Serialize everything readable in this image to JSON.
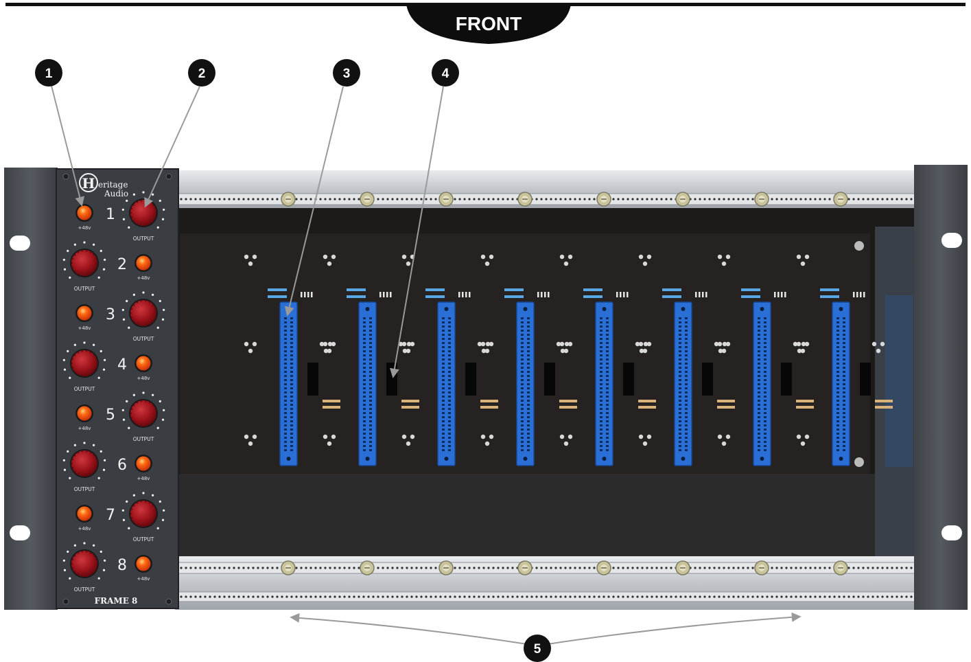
{
  "header": {
    "label": "FRONT"
  },
  "panel": {
    "brand_line1": "eritage",
    "brand_line2": "Audio",
    "brand_mark": "H",
    "model": "FRAME 8",
    "knob_label": "OUTPUT",
    "phantom_label": "+48v",
    "channels": [
      "1",
      "2",
      "3",
      "4",
      "5",
      "6",
      "7",
      "8"
    ]
  },
  "callouts": [
    "1",
    "2",
    "3",
    "4",
    "5"
  ],
  "colors": {
    "panel": "#3a3d42",
    "ear": "#4a4e54",
    "board": "#262321",
    "connector": "#2a6fd6",
    "led": "#ff4a12",
    "knob": "#a3131b",
    "rail": "#c9ccd0",
    "callout": "#111111"
  },
  "slots": 8
}
